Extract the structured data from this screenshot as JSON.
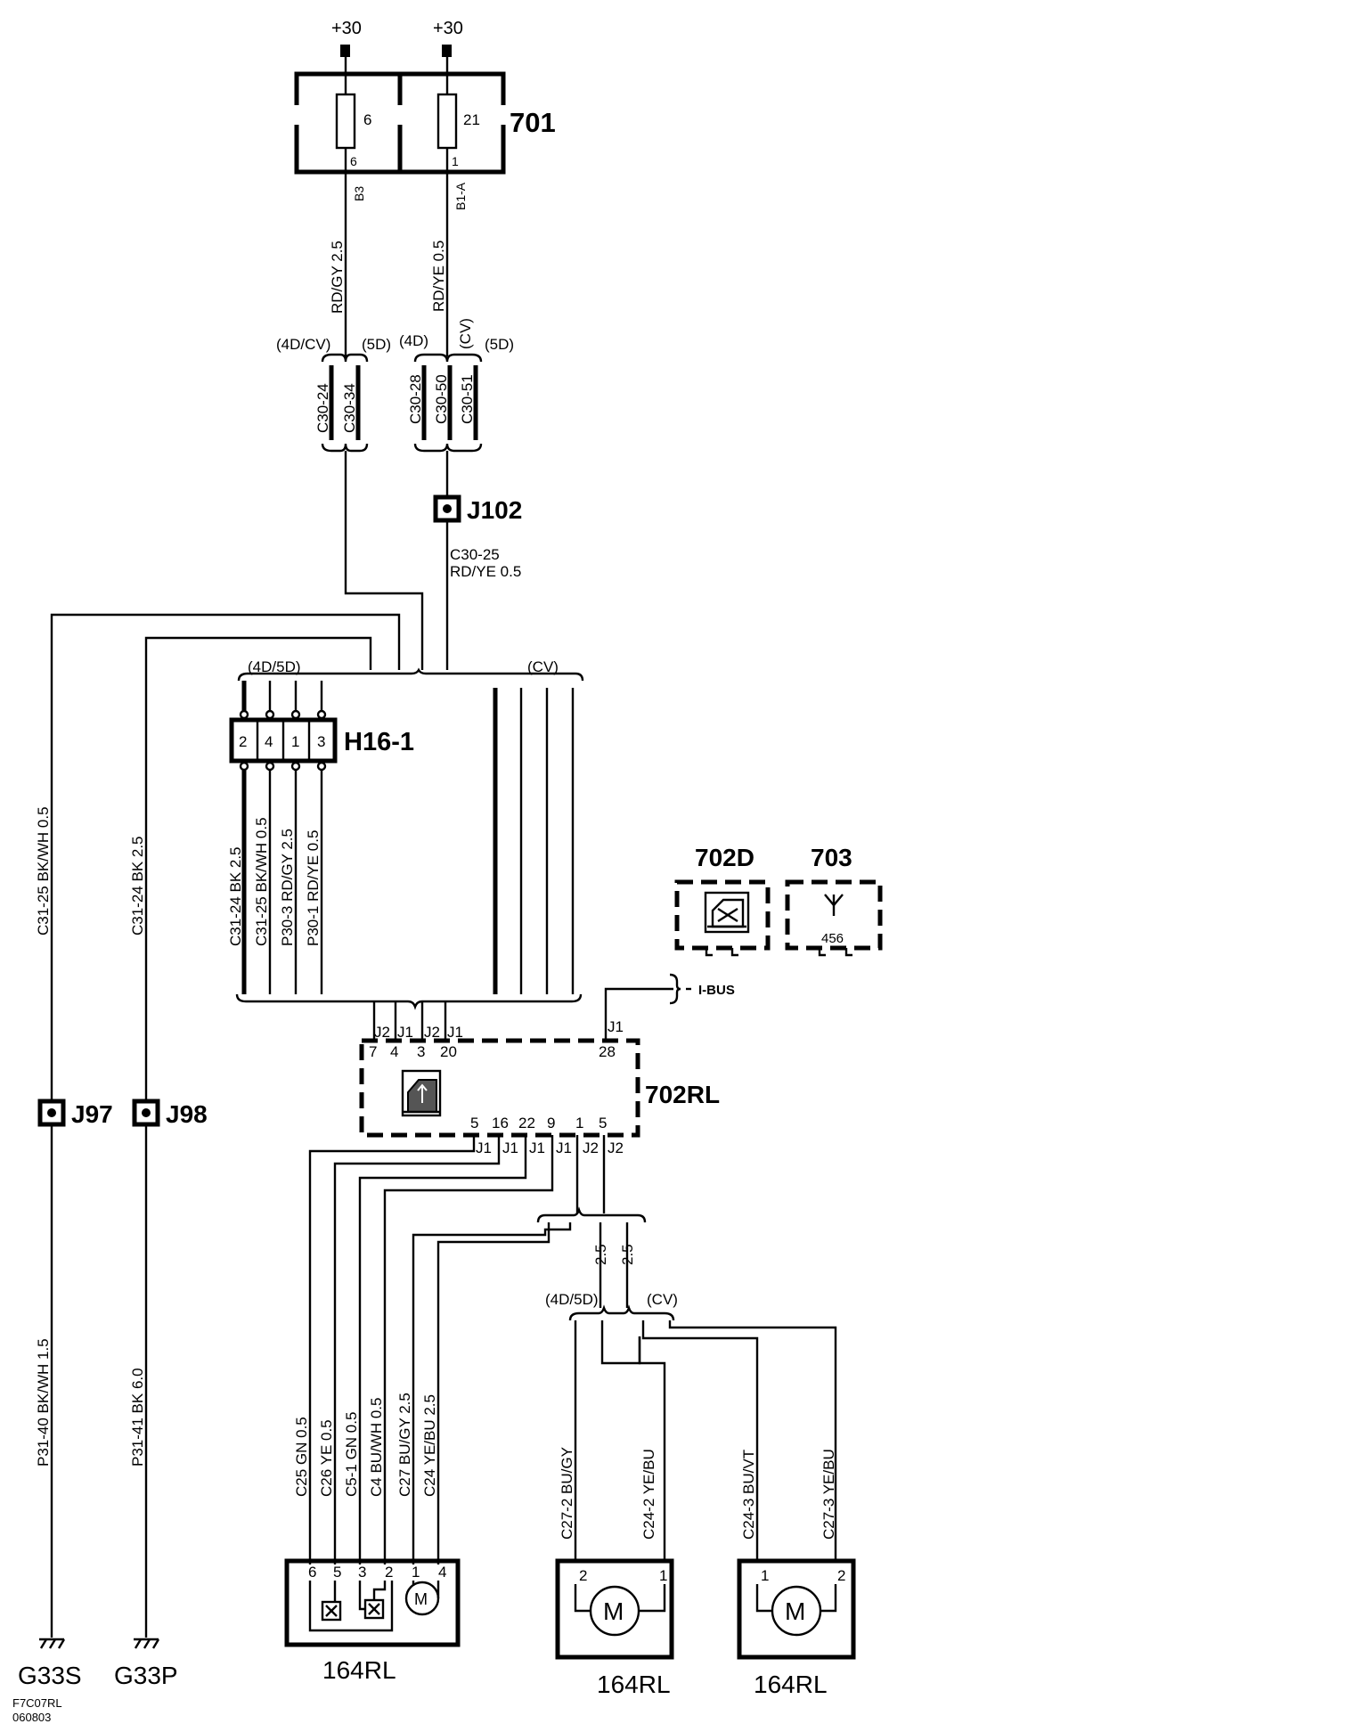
{
  "supply": [
    "+30",
    "+30"
  ],
  "fusebox": {
    "id": "701",
    "fuse_a": "6",
    "fuse_b": "21",
    "pin_a": "6",
    "pin_b": "1",
    "conn_a": "B3",
    "conn_b": "B1-A"
  },
  "wires_top": {
    "a": "RD/GY 2.5",
    "b": "RD/YE 0.5"
  },
  "variants": {
    "v1": "(4D/CV)",
    "v2": "(5D)",
    "v3": "(4D)",
    "v4": "(CV)",
    "v5": "(5D)",
    "v6": "(4D/5D)",
    "v7": "(CV)"
  },
  "connectors_top": [
    "C30-24",
    "C30-34",
    "C30-28",
    "C30-50",
    "C30-51"
  ],
  "j102": {
    "id": "J102",
    "conn": "C30-25",
    "wire": "RD/YE  0.5"
  },
  "h16": {
    "id": "H16-1",
    "pins": [
      "2",
      "4",
      "1",
      "3"
    ],
    "wires": [
      "C31-24 BK 2.5",
      "C31-25 BK/WH 0.5",
      "P30-3  RD/GY 2.5",
      "P30-1 RD/YE  0.5"
    ]
  },
  "ground_wires": {
    "left_upper": "C31-25 BK/WH  0.5",
    "right_upper": "C31-24 BK  2.5",
    "left_lower": "P31-40  BK/WH 1.5",
    "right_lower": "P31-41   BK  6.0"
  },
  "splices": [
    "J97",
    "J98"
  ],
  "grounds": [
    "G33S",
    "G33P"
  ],
  "module702d": "702D",
  "module703": {
    "id": "703",
    "code": "456"
  },
  "ibus": "I-BUS",
  "ecu": {
    "id": "702RL",
    "top_conn": [
      "J2",
      "J1",
      "J2",
      "J1"
    ],
    "top_pins": [
      "7",
      "4",
      "3",
      "20"
    ],
    "ibus_conn": "J1",
    "ibus_pin": "28",
    "bottom_pins": [
      "5",
      "16",
      "22",
      "9",
      "1",
      "5"
    ],
    "bottom_conn": [
      "J1",
      "J1",
      "J1",
      "J1",
      "J2",
      "J2"
    ]
  },
  "lower_wires": [
    "C25  GN  0.5",
    "C26   YE  0.5",
    "C5-1  GN  0.5",
    "C4  BU/WH  0.5",
    "C27  BU/GY  2.5",
    "C24  YE/BU  2.5"
  ],
  "gauges": [
    "2.5",
    "2.5"
  ],
  "motor_wires": [
    "C27-2  BU/GY",
    "C24-2  YE/BU",
    "C24-3  BU/VT",
    "C27-3  YE/BU"
  ],
  "motors": {
    "m1": {
      "id": "164RL",
      "pins": [
        "6",
        "5",
        "3",
        "2",
        "1",
        "4"
      ],
      "symbol": "M"
    },
    "m2": {
      "id": "164RL",
      "pins": [
        "2",
        "1"
      ],
      "symbol": "M"
    },
    "m3": {
      "id": "164RL",
      "pins": [
        "1",
        "2"
      ],
      "symbol": "M"
    }
  },
  "footer": {
    "code": "F7C07RL",
    "date": "060803"
  }
}
